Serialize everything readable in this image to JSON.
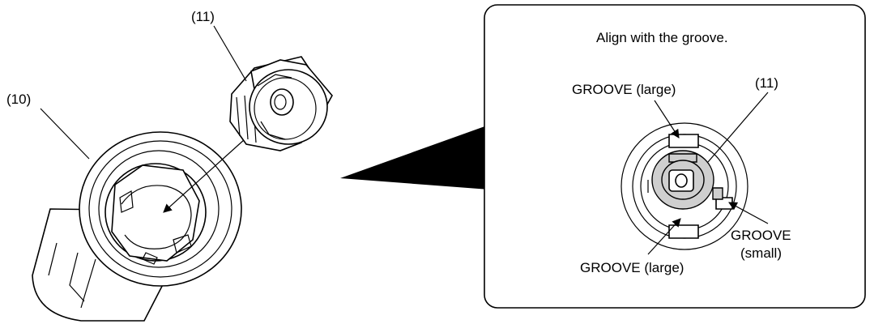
{
  "figure": {
    "label_part_10": "(10)",
    "label_part_11_main": "(11)",
    "callout": {
      "instruction": "Align with the groove.",
      "label_part_11": "(11)",
      "groove_large_top": "GROOVE (large)",
      "groove_large_bottom": "GROOVE (large)",
      "groove_small_line1": "GROOVE",
      "groove_small_line2": "(small)"
    }
  }
}
